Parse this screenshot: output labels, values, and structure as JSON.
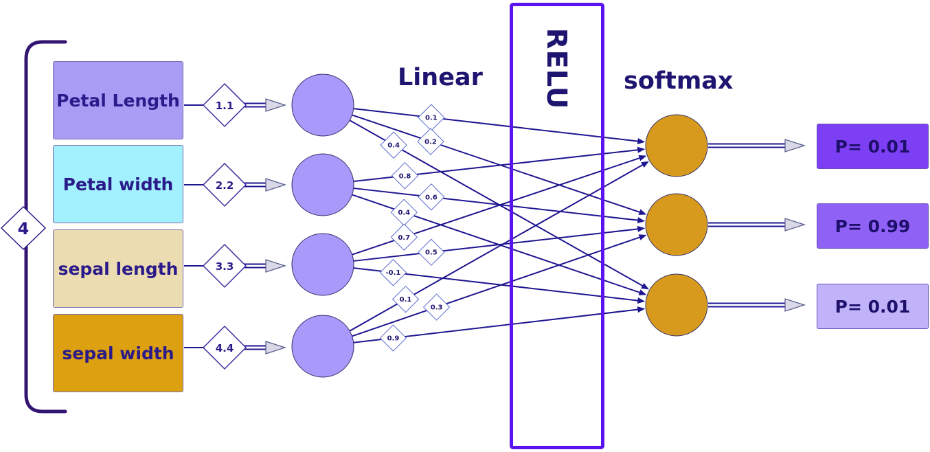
{
  "group": {
    "count_label": "4"
  },
  "features": [
    {
      "label": "Petal Length",
      "value": "1.1",
      "color": "#a89cf5"
    },
    {
      "label": "Petal width",
      "value": "2.2",
      "color": "#a3f1fe"
    },
    {
      "label": "sepal length",
      "value": "3.3",
      "color": "#ebdcb1"
    },
    {
      "label": "sepal width",
      "value": "4.4",
      "color": "#dca011"
    }
  ],
  "layers": {
    "linear": "Linear",
    "relu": "RELU",
    "softmax": "softmax"
  },
  "weights": [
    [
      "0.1",
      "0.2",
      "0.4"
    ],
    [
      "0.8",
      "0.6",
      "0.4"
    ],
    [
      "0.7",
      "0.5",
      "-0.1"
    ],
    [
      "0.1",
      "0.3",
      "0.9"
    ]
  ],
  "outputs": [
    {
      "label": "P= 0.01",
      "color": "#7c3ff3"
    },
    {
      "label": "P= 0.99",
      "color": "#9061f5"
    },
    {
      "label": "P= 0.01",
      "color": "#c0b3f9"
    }
  ],
  "colors": {
    "input_node": "#a999fb",
    "output_node": "#d89a1d",
    "edge": "#1e1590",
    "bracket": "#341471",
    "relu_border": "#5a12ee"
  }
}
